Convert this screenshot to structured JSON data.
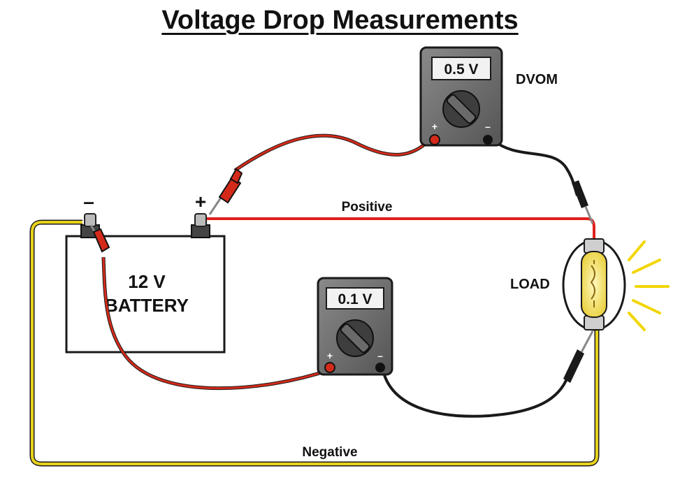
{
  "title": "Voltage Drop Measurements",
  "meter_top": {
    "reading": "0.5 V",
    "name": "DVOM",
    "plus": "+",
    "minus": "–"
  },
  "meter_bottom": {
    "reading": "0.1 V",
    "plus": "+",
    "minus": "–"
  },
  "battery": {
    "line1": "12 V",
    "line2": "BATTERY",
    "neg_terminal": "–",
    "pos_terminal": "+"
  },
  "load_label": "LOAD",
  "wire_labels": {
    "positive": "Positive",
    "negative": "Negative"
  },
  "colors": {
    "positive_wire": "#e0201c",
    "negative_wire": "#e8d21c",
    "probe_red": "#d42a1a",
    "probe_black": "#1a1a1a",
    "meter_body": "#6e6e6e",
    "bulb_glow": "#f2e35a"
  }
}
